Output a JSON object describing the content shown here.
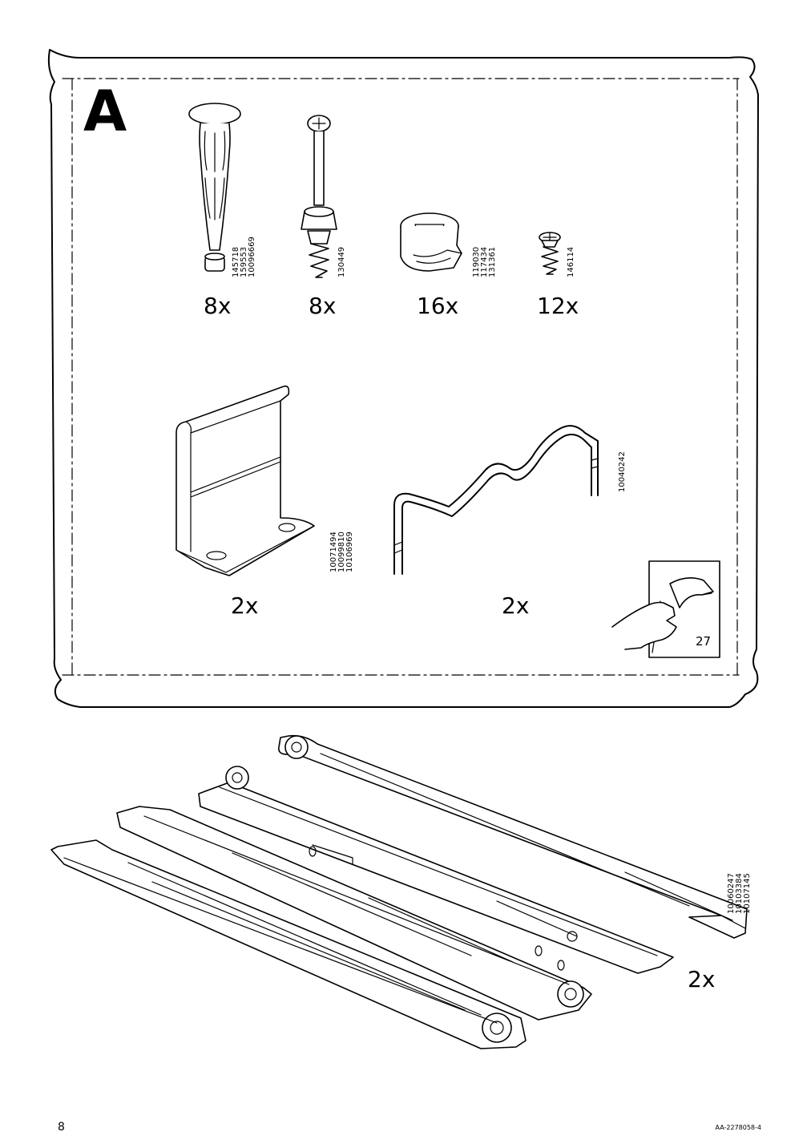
{
  "bag": {
    "label": "A",
    "parts": [
      {
        "name": "wooden-dowel",
        "quantity": "8x",
        "codes": [
          "145718",
          "159553",
          "10096669"
        ]
      },
      {
        "name": "connector-bolt",
        "quantity": "8x",
        "codes": [
          "130449"
        ]
      },
      {
        "name": "cam-lock",
        "quantity": "16x",
        "codes": [
          "119030",
          "117434",
          "131361"
        ]
      },
      {
        "name": "screw",
        "quantity": "12x",
        "codes": [
          "146114"
        ]
      },
      {
        "name": "bracket",
        "quantity": "2x",
        "codes": [
          "10071494",
          "10099810",
          "10106969"
        ]
      },
      {
        "name": "wire-handle",
        "quantity": "2x",
        "codes": [
          "10040242"
        ]
      }
    ],
    "see_page": "27"
  },
  "drawer_runners": {
    "quantity": "2x",
    "codes": [
      "10060247",
      "10103384",
      "10107145"
    ]
  },
  "footer": {
    "page_number": "8",
    "document_code": "AA-2278058-4"
  }
}
